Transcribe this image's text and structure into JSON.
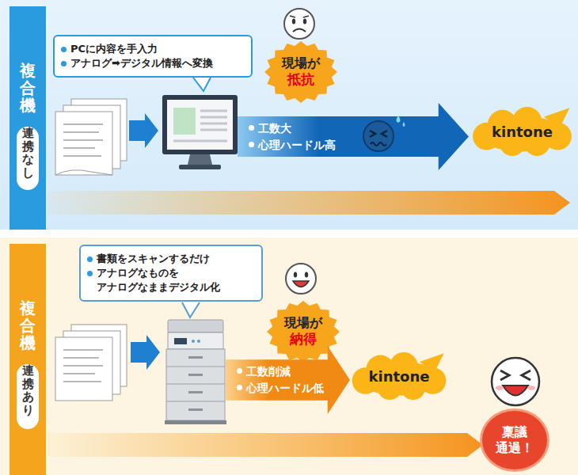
{
  "diagram": {
    "nodes": [
      {
        "text": [
          "複合機"
        ]
      },
      {
        "text": [
          "連携なし"
        ],
        "in": 0
      },
      {
        "text": [
          "PCに内容を手入力",
          "アナログ➡デジタル情報へ変換"
        ]
      },
      {
        "text": [
          "現場が",
          "抵抗"
        ]
      },
      {
        "text": [
          "工数大",
          "心理ハードル高"
        ]
      },
      {
        "text": [
          "kintone"
        ]
      },
      {
        "text": [
          "複合機"
        ]
      },
      {
        "text": [
          "連携あり"
        ],
        "in": 6
      },
      {
        "text": [
          "書類をスキャンするだけ",
          "アナログなものを アナログなままデジタル化"
        ]
      },
      {
        "text": [
          "現場が",
          "納得"
        ]
      },
      {
        "text": [
          "工数削減",
          "心理ハードル低"
        ]
      },
      {
        "text": [
          "kintone"
        ]
      },
      {
        "text": [
          "稟議 通過！"
        ]
      }
    ]
  }
}
